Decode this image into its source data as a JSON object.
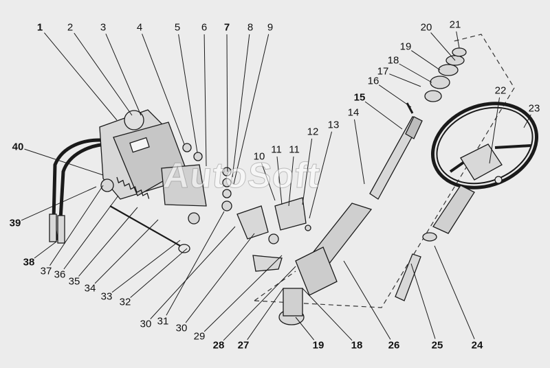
{
  "watermark": "AutoSoft",
  "colors": {
    "background": "#ececec",
    "ink": "#1a1a1a",
    "part_fill": "#d8d8d8",
    "part_dark": "#9a9a9a"
  },
  "callouts": [
    {
      "num": "1"
    },
    {
      "num": "2"
    },
    {
      "num": "3"
    },
    {
      "num": "4"
    },
    {
      "num": "5"
    },
    {
      "num": "6"
    },
    {
      "num": "7"
    },
    {
      "num": "8"
    },
    {
      "num": "9"
    },
    {
      "num": "10"
    },
    {
      "num": "11"
    },
    {
      "num": "11"
    },
    {
      "num": "12"
    },
    {
      "num": "13"
    },
    {
      "num": "14"
    },
    {
      "num": "15"
    },
    {
      "num": "16"
    },
    {
      "num": "17"
    },
    {
      "num": "18"
    },
    {
      "num": "19"
    },
    {
      "num": "20"
    },
    {
      "num": "21"
    },
    {
      "num": "22"
    },
    {
      "num": "23"
    },
    {
      "num": "24"
    },
    {
      "num": "25"
    },
    {
      "num": "26"
    },
    {
      "num": "18"
    },
    {
      "num": "19"
    },
    {
      "num": "27"
    },
    {
      "num": "28"
    },
    {
      "num": "29"
    },
    {
      "num": "30"
    },
    {
      "num": "31"
    },
    {
      "num": "30"
    },
    {
      "num": "32"
    },
    {
      "num": "33"
    },
    {
      "num": "34"
    },
    {
      "num": "35"
    },
    {
      "num": "36"
    },
    {
      "num": "37"
    },
    {
      "num": "38"
    },
    {
      "num": "39"
    },
    {
      "num": "40"
    }
  ]
}
